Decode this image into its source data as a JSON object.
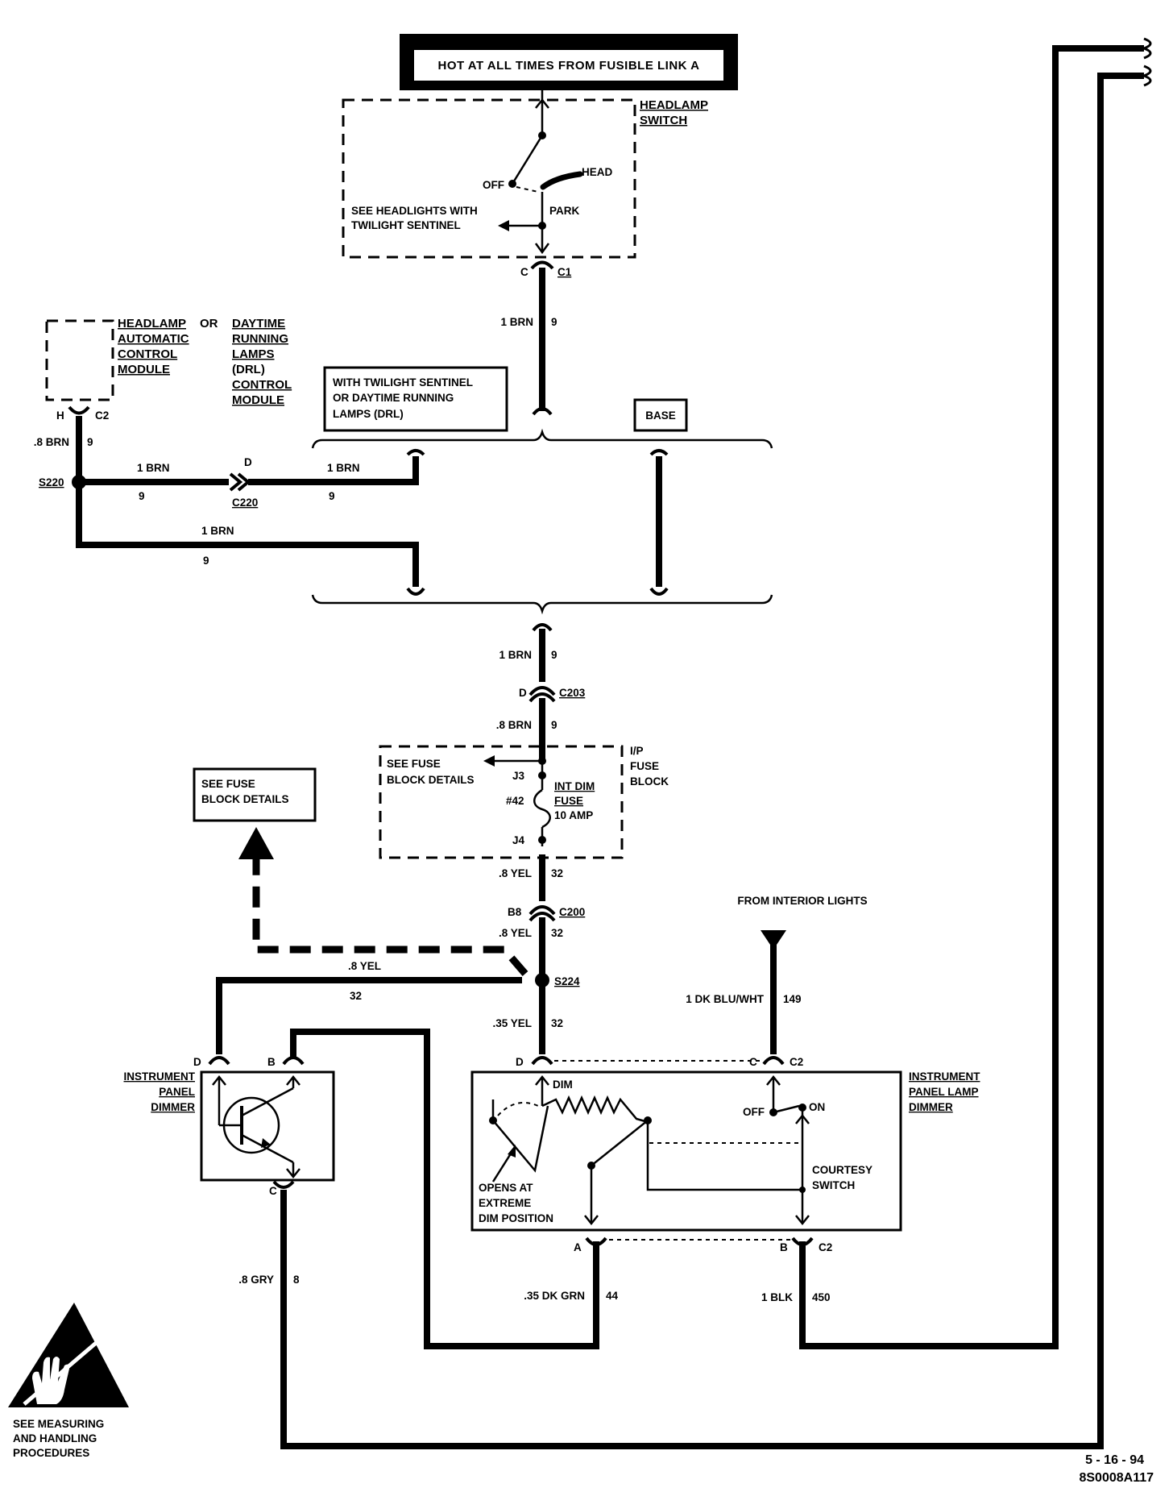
{
  "title_box": {
    "text": "HOT AT ALL TIMES FROM FUSIBLE LINK A"
  },
  "headlamp_switch": {
    "name_line1": "HEADLAMP",
    "name_line2": "SWITCH",
    "off": "OFF",
    "head": "HEAD",
    "park": "PARK",
    "see_line1": "SEE HEADLIGHTS WITH",
    "see_line2": "TWILIGHT SENTINEL",
    "pin": "C",
    "connector": "C1"
  },
  "wire_top": {
    "gauge_color": "1 BRN",
    "circuit": "9"
  },
  "auto_module": {
    "line1": "HEADLAMP",
    "line2": "AUTOMATIC",
    "line3": "CONTROL",
    "line4": "MODULE",
    "or": "OR",
    "drl_line1": "DAYTIME",
    "drl_line2": "RUNNING",
    "drl_line3": "LAMPS",
    "drl_line4": "(DRL)",
    "drl_line5": "CONTROL",
    "drl_line6": "MODULE",
    "pin": "H",
    "connector": "C2"
  },
  "option_box": {
    "line1": "WITH TWILIGHT SENTINEL",
    "line2": "OR DAYTIME RUNNING",
    "line3": "LAMPS (DRL)",
    "base": "BASE"
  },
  "splice_s220": {
    "name": "S220",
    "in_wire": ".8 BRN",
    "in_circuit": "9",
    "branch1_wire": "1 BRN",
    "branch1_circuit": "9",
    "c220_pin": "D",
    "c220_name": "C220",
    "branch1b_wire": "1 BRN",
    "branch1b_circuit": "9",
    "branch2_wire": "1 BRN",
    "branch2_circuit": "9"
  },
  "wire_mid": {
    "gauge_color": "1 BRN",
    "circuit": "9",
    "c203_pin": "D",
    "c203_name": "C203",
    "lower_gauge": ".8 BRN",
    "lower_circuit": "9"
  },
  "fuse_block": {
    "see_line1": "SEE FUSE",
    "see_line2": "BLOCK DETAILS",
    "j3": "J3",
    "j4": "J4",
    "fuse_num": "#42",
    "fuse_line1": "INT DIM",
    "fuse_line2": "FUSE",
    "fuse_line3": "10 AMP",
    "name_line1": "I/P",
    "name_line2": "FUSE",
    "name_line3": "BLOCK"
  },
  "see_fuse_box": {
    "line1": "SEE FUSE",
    "line2": "BLOCK DETAILS"
  },
  "wire_yel": {
    "gauge1": ".8 YEL",
    "circuit1": "32",
    "c200_pin": "B8",
    "c200_name": "C200",
    "gauge2": ".8 YEL",
    "circuit2": "32",
    "s224": "S224",
    "left_gauge": ".8 YEL",
    "left_circuit": "32",
    "down_gauge": ".35 YEL",
    "down_circuit": "32"
  },
  "from_interior": {
    "label": "FROM INTERIOR LIGHTS",
    "gauge": "1 DK BLU/WHT",
    "circuit": "149"
  },
  "ip_dimmer": {
    "line1": "INSTRUMENT",
    "line2": "PANEL",
    "line3": "DIMMER",
    "pin_d": "D",
    "pin_b": "B",
    "pin_c": "C"
  },
  "lamp_dimmer": {
    "line1": "INSTRUMENT",
    "line2": "PANEL LAMP",
    "line3": "DIMMER",
    "pin_d": "D",
    "pin_c": "C",
    "conn_c": "C2",
    "dim": "DIM",
    "off": "OFF",
    "on": "ON",
    "courtesy1": "COURTESY",
    "courtesy2": "SWITCH",
    "opens1": "OPENS AT",
    "opens2": "EXTREME",
    "opens3": "DIM POSITION",
    "pin_a": "A",
    "pin_b": "B",
    "conn_b": "C2"
  },
  "bottom_wires": {
    "gry_gauge": ".8 GRY",
    "gry_circuit": "8",
    "grn_gauge": ".35 DK GRN",
    "grn_circuit": "44",
    "blk_gauge": "1 BLK",
    "blk_circuit": "450"
  },
  "esd": {
    "line1": "SEE MEASURING",
    "line2": "AND HANDLING",
    "line3": "PROCEDURES"
  },
  "footer": {
    "date": "5 - 16 - 94",
    "code": "8S0008A117"
  }
}
